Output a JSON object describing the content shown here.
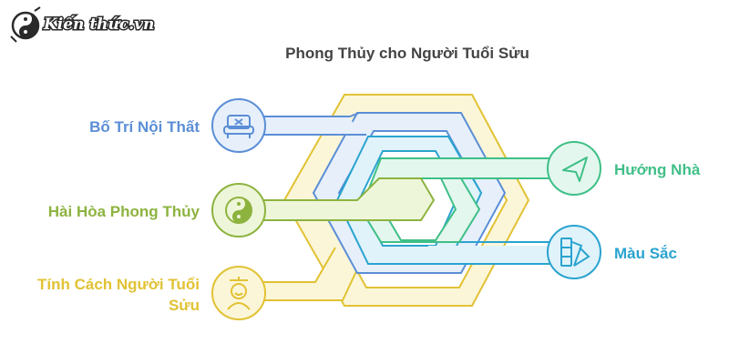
{
  "logo": {
    "text": "Kiến thức.vn",
    "icon": "yin-yang-icon"
  },
  "title": "Phong Thủy cho Người Tuổi Sửu",
  "items": {
    "bo_tri": {
      "label": "Bố Trí Nội Thất",
      "color": "#5B8ED6",
      "fill": "#E6EFFA",
      "icon": "sofa-icon"
    },
    "hai_hoa": {
      "label": "Hài Hòa Phong Thủy",
      "color": "#8DB33F",
      "fill": "#EEF6DA",
      "icon": "yin-yang-icon"
    },
    "tinh_cach": {
      "label_line1": "Tính Cách Người Tuổi",
      "label_line2": "Sửu",
      "color": "#E1C234",
      "fill": "#FCF6D8",
      "icon": "ox-person-icon"
    },
    "huong_nha": {
      "label": "Hướng Nhà",
      "color": "#3FBF87",
      "fill": "#E3F7EE",
      "icon": "navigation-arrow-icon"
    },
    "mau_sac": {
      "label": "Màu Sắc",
      "color": "#2AA3CF",
      "fill": "#E0F3FA",
      "icon": "color-swatch-icon"
    }
  }
}
